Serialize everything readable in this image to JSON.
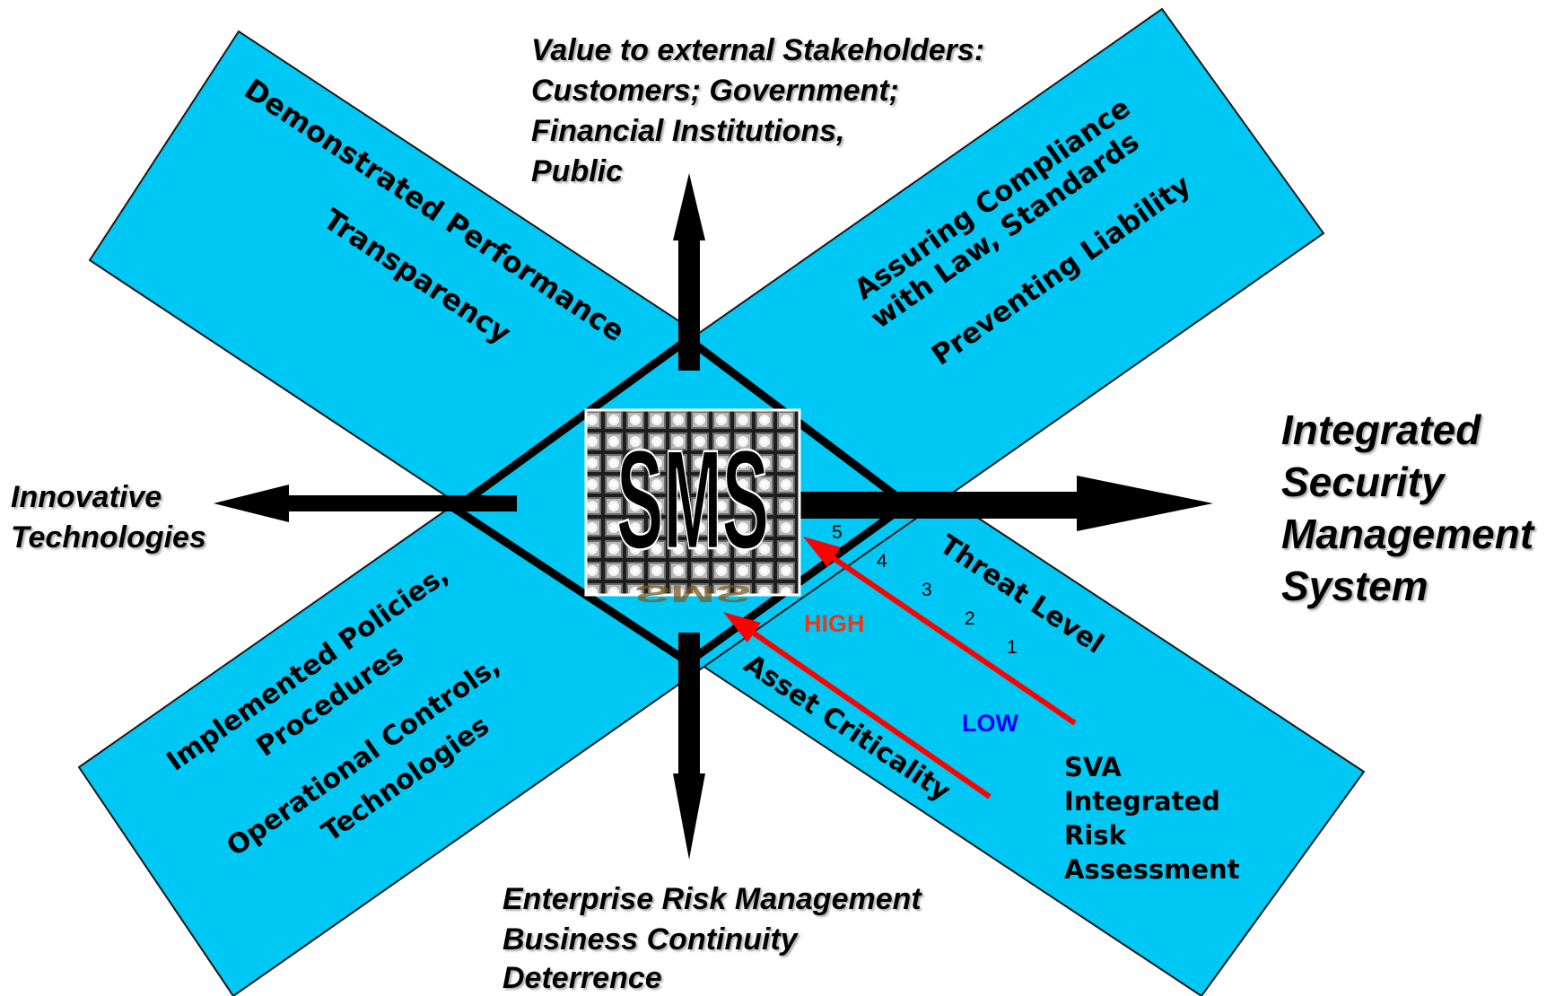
{
  "colors": {
    "band_fill": "#00c8f5",
    "band_stroke": "#1a1a1a",
    "arrow": "#000000",
    "pointer_red": "#ff0000",
    "high_text": "#e8391e",
    "low_text": "#0000ff"
  },
  "center": {
    "logo_text": "SMS",
    "logo_icon": "metallic-grid-icon"
  },
  "bands": {
    "upper_left": {
      "line1": "Demonstrated Performance",
      "line2": "Transparency"
    },
    "upper_right": {
      "line1": "Assuring Compliance",
      "line2": "with Law,  Standards",
      "line3": "Preventing Liability"
    },
    "lower_left": {
      "line1": "Implemented  Policies,",
      "line2": "Procedures",
      "line3": "Operational  Controls,",
      "line4": "Technologies"
    },
    "lower_right": {
      "label_threat": "Threat Level",
      "label_asset": "Asset Criticality"
    }
  },
  "arrow_labels": {
    "top": {
      "line1": "Value to external Stakeholders:",
      "line2": "Customers; Government;",
      "line3": "Financial Institutions,",
      "line4": "Public"
    },
    "left": {
      "line1": "Innovative",
      "line2": "Technologies"
    },
    "right": {
      "line1": "Integrated",
      "line2": "Security",
      "line3": "Management",
      "line4": "System"
    },
    "bottom": {
      "line1": "Enterprise Risk Management",
      "line2": "Business Continuity",
      "line3": "Deterrence"
    }
  },
  "scale": {
    "ticks": [
      "5",
      "4",
      "3",
      "2",
      "1"
    ],
    "high": "HIGH",
    "low": "LOW"
  },
  "assessment": {
    "line1": "SVA",
    "line2": "Integrated",
    "line3": "Risk",
    "line4": "Assessment"
  }
}
